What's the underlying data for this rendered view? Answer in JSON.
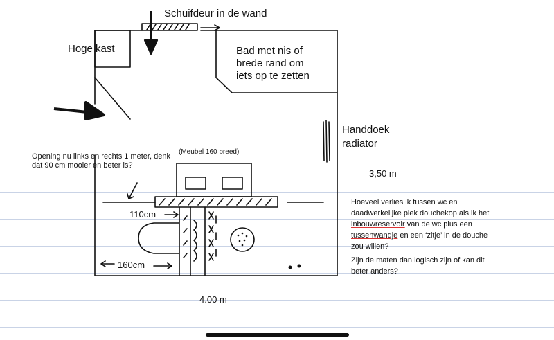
{
  "labels": {
    "sliding_door": "Schuifdeur in de wand",
    "tall_cabinet": "Hoge kast",
    "bath": "Bad met nis of brede rand om iets op te zetten",
    "towel_radiator": "Handdoek radiator",
    "furniture": "(Meubel 160 breed)",
    "opening_note": "Opening nu links en rechts 1 meter, denk dat 90 cm mooier en beter is?",
    "dim_110": "110cm",
    "dim_160": "160cm",
    "width_350": "3,50 m",
    "length_400": "4.00 m"
  },
  "question": {
    "part1": "Hoeveel verlies ik tussen wc en daadwerkelijke plek douchekop als ik het ",
    "term1": "inbouwreservoir",
    "part2": " van de wc plus een ",
    "term2": "tussenwandje",
    "part3": " en een ‘zitje’ in de douche zou willen?",
    "followup": "Zijn de maten dan logisch zijn of kan dit beter anders?"
  }
}
